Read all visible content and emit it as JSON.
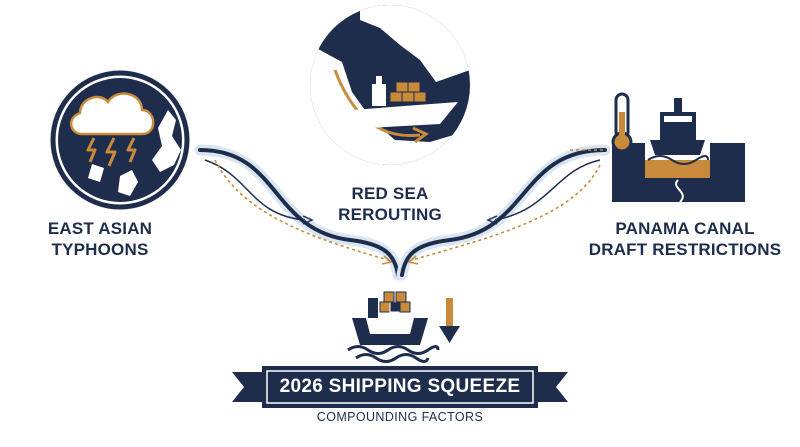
{
  "colors": {
    "navy": "#1f2d4d",
    "orange": "#c98a3c",
    "light_blue": "#d9e6f2",
    "white": "#ffffff"
  },
  "nodes": {
    "typhoons": {
      "line1": "EAST ASIAN",
      "line2": "TYPHOONS",
      "icon": "typhoon-storm-icon"
    },
    "red_sea": {
      "line1": "RED SEA",
      "line2": "REROUTING",
      "icon": "red-sea-ship-icon"
    },
    "panama": {
      "line1": "PANAMA CANAL",
      "line2": "DRAFT RESTRICTIONS",
      "icon": "canal-thermometer-icon"
    }
  },
  "result": {
    "title": "2026 SHIPPING SQUEEZE",
    "subtitle": "COMPOUNDING FACTORS",
    "icon": "sinking-container-ship-icon"
  }
}
